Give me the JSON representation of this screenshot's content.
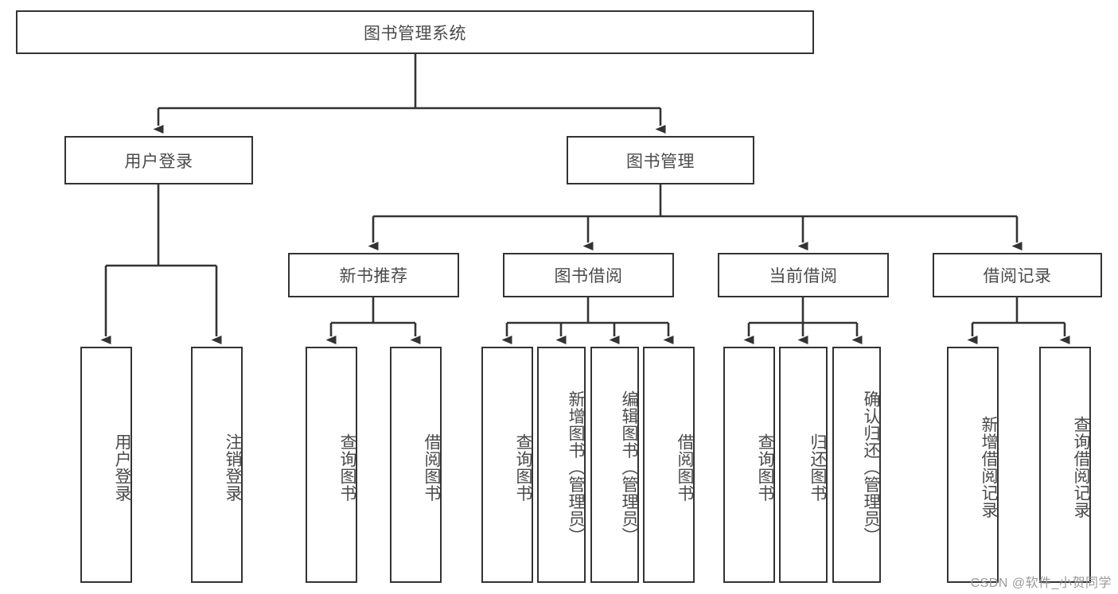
{
  "diagram": {
    "title": "图书管理系统",
    "type": "tree-hierarchy",
    "root": {
      "id": "root",
      "label": "图书管理系统"
    },
    "level2": [
      {
        "id": "user-login",
        "label": "用户登录"
      },
      {
        "id": "book-management",
        "label": "图书管理"
      }
    ],
    "level3": [
      {
        "id": "new-book-recommend",
        "label": "新书推荐",
        "parent": "book-management"
      },
      {
        "id": "book-borrow",
        "label": "图书借阅",
        "parent": "book-management"
      },
      {
        "id": "current-borrow",
        "label": "当前借阅",
        "parent": "book-management"
      },
      {
        "id": "borrow-record",
        "label": "借阅记录",
        "parent": "book-management"
      }
    ],
    "leaves": [
      {
        "id": "leaf-user-login",
        "label": "用户登录",
        "parent": "user-login"
      },
      {
        "id": "leaf-user-logout",
        "label": "注销登录",
        "parent": "user-login"
      },
      {
        "id": "leaf-query-book-1",
        "label": "查询图书",
        "parent": "new-book-recommend"
      },
      {
        "id": "leaf-borrow-book-1",
        "label": "借阅图书",
        "parent": "new-book-recommend"
      },
      {
        "id": "leaf-query-book-2",
        "label": "查询图书",
        "parent": "book-borrow"
      },
      {
        "id": "leaf-add-book",
        "label": "新增图书（管理员）",
        "parent": "book-borrow"
      },
      {
        "id": "leaf-edit-book",
        "label": "编辑图书（管理员）",
        "parent": "book-borrow"
      },
      {
        "id": "leaf-borrow-book-2",
        "label": "借阅图书",
        "parent": "book-borrow"
      },
      {
        "id": "leaf-query-book-3",
        "label": "查询图书",
        "parent": "current-borrow"
      },
      {
        "id": "leaf-return-book",
        "label": "归还图书",
        "parent": "current-borrow"
      },
      {
        "id": "leaf-confirm-return",
        "label": "确认归还（管理员）",
        "parent": "current-borrow"
      },
      {
        "id": "leaf-add-record",
        "label": "新增借阅记录",
        "parent": "borrow-record"
      },
      {
        "id": "leaf-query-record",
        "label": "查询借阅记录",
        "parent": "borrow-record"
      }
    ],
    "colors": {
      "border": "#333333",
      "text": "#4a4a4a",
      "background": "#ffffff",
      "watermark": "#9a9a9a"
    }
  },
  "watermark": {
    "text": "CSDN @软件_小贺同学"
  }
}
